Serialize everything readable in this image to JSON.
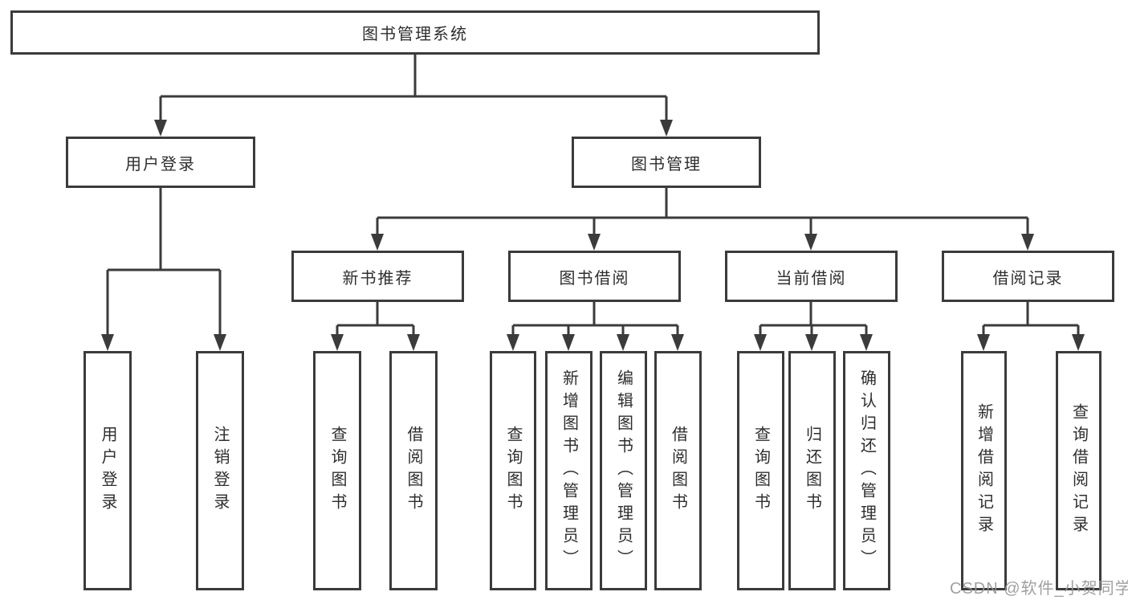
{
  "colors": {
    "line": "#3b3b3b",
    "box_border": "#3b3b3b",
    "text": "#2e2e2e",
    "watermark": "#989898",
    "background": "#ffffff"
  },
  "tree": {
    "root": {
      "label": "图书管理系统"
    },
    "level2": [
      {
        "label": "用户登录"
      },
      {
        "label": "图书管理"
      }
    ],
    "level3": [
      {
        "label": "新书推荐",
        "parent": "图书管理"
      },
      {
        "label": "图书借阅",
        "parent": "图书管理"
      },
      {
        "label": "当前借阅",
        "parent": "图书管理"
      },
      {
        "label": "借阅记录",
        "parent": "图书管理"
      }
    ],
    "leaves": [
      {
        "label": "用户登录",
        "parent": "用户登录"
      },
      {
        "label": "注销登录",
        "parent": "用户登录"
      },
      {
        "label": "查询图书",
        "parent": "新书推荐"
      },
      {
        "label": "借阅图书",
        "parent": "新书推荐"
      },
      {
        "label": "查询图书",
        "parent": "图书借阅"
      },
      {
        "label": "新增图书（管理员）",
        "parent": "图书借阅"
      },
      {
        "label": "编辑图书（管理员）",
        "parent": "图书借阅"
      },
      {
        "label": "借阅图书",
        "parent": "图书借阅"
      },
      {
        "label": "查询图书",
        "parent": "当前借阅"
      },
      {
        "label": "归还图书",
        "parent": "当前借阅"
      },
      {
        "label": "确认归还（管理员）",
        "parent": "当前借阅"
      },
      {
        "label": "新增借阅记录",
        "parent": "借阅记录"
      },
      {
        "label": "查询借阅记录",
        "parent": "借阅记录"
      }
    ]
  },
  "watermark": "CSDN @软件_小贺同学"
}
